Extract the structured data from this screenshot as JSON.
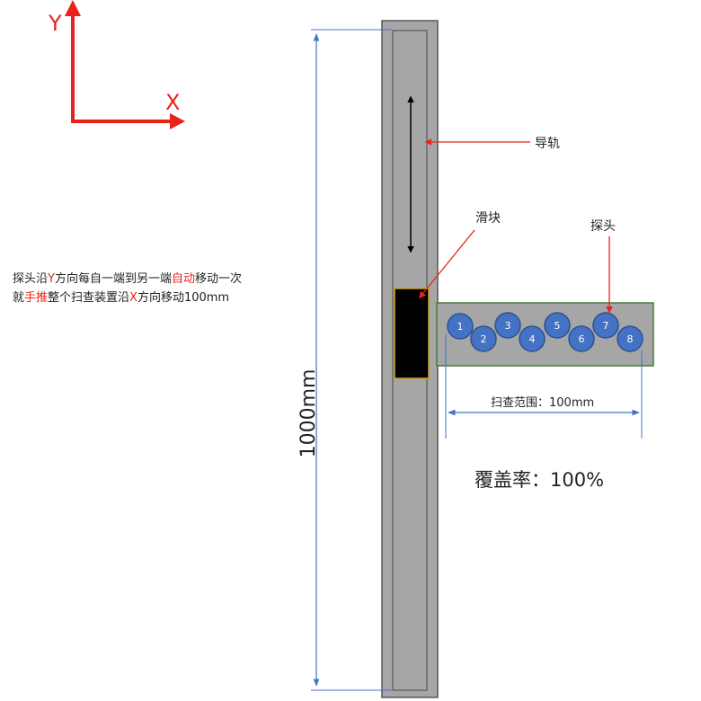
{
  "axes": {
    "y_label": "Y",
    "x_label": "X",
    "color": "#e8231c"
  },
  "labels": {
    "rail": "导轨",
    "slider": "滑块",
    "probe": "探头",
    "length": "1000mm",
    "scan_range": "扫查范围：100mm",
    "coverage": "覆盖率：100%"
  },
  "note": {
    "line1": [
      "探头沿",
      "Y",
      "方向每自一端到另一端",
      "自动",
      "移动一次"
    ],
    "line2": [
      "就",
      "手推",
      "整个扫查装置沿",
      "X",
      "方向移动100mm"
    ]
  },
  "probes": [
    {
      "label": "1"
    },
    {
      "label": "2"
    },
    {
      "label": "3"
    },
    {
      "label": "4"
    },
    {
      "label": "5"
    },
    {
      "label": "6"
    },
    {
      "label": "7"
    },
    {
      "label": "8"
    }
  ],
  "colors": {
    "rail": "#a6a6a6",
    "outline": "#595959",
    "slider": "#000000",
    "slider_border": "#c9a227",
    "arm_border": "#4e7a36",
    "probe_fill": "#4472c4",
    "probe_stroke": "#2f528f",
    "dimension": "#4472c4",
    "callout": "#e8231c"
  }
}
